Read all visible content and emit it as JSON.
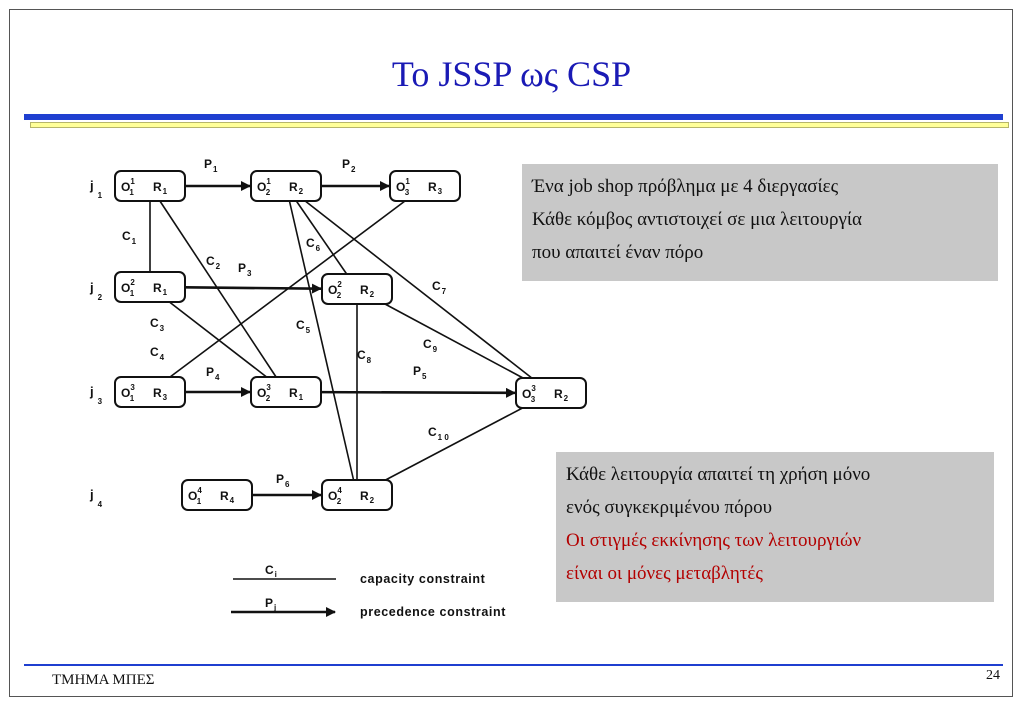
{
  "title": "Το JSSP ως CSP",
  "footer": {
    "left": "ΤΜΗΜΑ ΜΠΕΣ",
    "page": "24"
  },
  "info_box_top": {
    "lines": [
      "Ένα job shop πρόβλημα με 4 διεργασίες",
      "Κάθε κόμβος αντιστοιχεί σε μια λειτουργία",
      "που απαιτεί έναν πόρο"
    ]
  },
  "info_box_bottom": {
    "lines": [
      "Κάθε λειτουργία απαιτεί τη χρήση μόνο",
      "ενός συγκεκριμένου πόρου"
    ],
    "highlight_lines": [
      "Οι στιγμές εκκίνησης των λειτουργιών",
      "είναι οι μόνες μεταβλητές"
    ],
    "highlight_color": "#b30000"
  },
  "diagram": {
    "jobs": [
      {
        "label": "j",
        "sub": "1"
      },
      {
        "label": "j",
        "sub": "2"
      },
      {
        "label": "j",
        "sub": "3"
      },
      {
        "label": "j",
        "sub": "4"
      }
    ],
    "nodes": [
      {
        "id": "n11",
        "op": "O",
        "sup": "1",
        "sub": "1",
        "res": "R",
        "res_sub": "1"
      },
      {
        "id": "n21",
        "op": "O",
        "sup": "1",
        "sub": "2",
        "res": "R",
        "res_sub": "2"
      },
      {
        "id": "n31",
        "op": "O",
        "sup": "1",
        "sub": "3",
        "res": "R",
        "res_sub": "3"
      },
      {
        "id": "n12",
        "op": "O",
        "sup": "2",
        "sub": "1",
        "res": "R",
        "res_sub": "1"
      },
      {
        "id": "n22",
        "op": "O",
        "sup": "2",
        "sub": "2",
        "res": "R",
        "res_sub": "2"
      },
      {
        "id": "n13",
        "op": "O",
        "sup": "3",
        "sub": "1",
        "res": "R",
        "res_sub": "3"
      },
      {
        "id": "n23",
        "op": "O",
        "sup": "3",
        "sub": "2",
        "res": "R",
        "res_sub": "1"
      },
      {
        "id": "n33",
        "op": "O",
        "sup": "3",
        "sub": "3",
        "res": "R",
        "res_sub": "2"
      },
      {
        "id": "n14",
        "op": "O",
        "sup": "4",
        "sub": "1",
        "res": "R",
        "res_sub": "4"
      },
      {
        "id": "n24",
        "op": "O",
        "sup": "4",
        "sub": "2",
        "res": "R",
        "res_sub": "2"
      }
    ],
    "precedence_edges": [
      {
        "from": "n11",
        "to": "n21",
        "label": "P",
        "sub": "1"
      },
      {
        "from": "n21",
        "to": "n31",
        "label": "P",
        "sub": "2"
      },
      {
        "from": "n12",
        "to": "n22",
        "label": "P",
        "sub": "3"
      },
      {
        "from": "n13",
        "to": "n23",
        "label": "P",
        "sub": "4"
      },
      {
        "from": "n23",
        "to": "n33",
        "label": "P",
        "sub": "5"
      },
      {
        "from": "n14",
        "to": "n24",
        "label": "P",
        "sub": "6"
      }
    ],
    "capacity_edges": [
      {
        "from": "n11",
        "to": "n12",
        "label": "C",
        "sub": "1"
      },
      {
        "from": "n11",
        "to": "n23",
        "label": "C",
        "sub": "2"
      },
      {
        "from": "n12",
        "to": "n23",
        "label": "C",
        "sub": "3"
      },
      {
        "from": "n13",
        "to": "n31",
        "label": "C",
        "sub": "4"
      },
      {
        "from": "n21",
        "to": "n24",
        "label": "C",
        "sub": "5"
      },
      {
        "from": "n21",
        "to": "n22",
        "label": "C",
        "sub": "6"
      },
      {
        "from": "n21",
        "to": "n33",
        "label": "C",
        "sub": "7"
      },
      {
        "from": "n22",
        "to": "n24",
        "label": "C",
        "sub": "8"
      },
      {
        "from": "n22",
        "to": "n33",
        "label": "C",
        "sub": "9"
      },
      {
        "from": "n24",
        "to": "n33",
        "label": "C",
        "sub": "1 0"
      }
    ],
    "legend": [
      {
        "symbol": "C",
        "sub": "i",
        "text": "capacity   constraint"
      },
      {
        "symbol": "P",
        "sub": "j",
        "text": "precedence   constraint"
      }
    ]
  }
}
